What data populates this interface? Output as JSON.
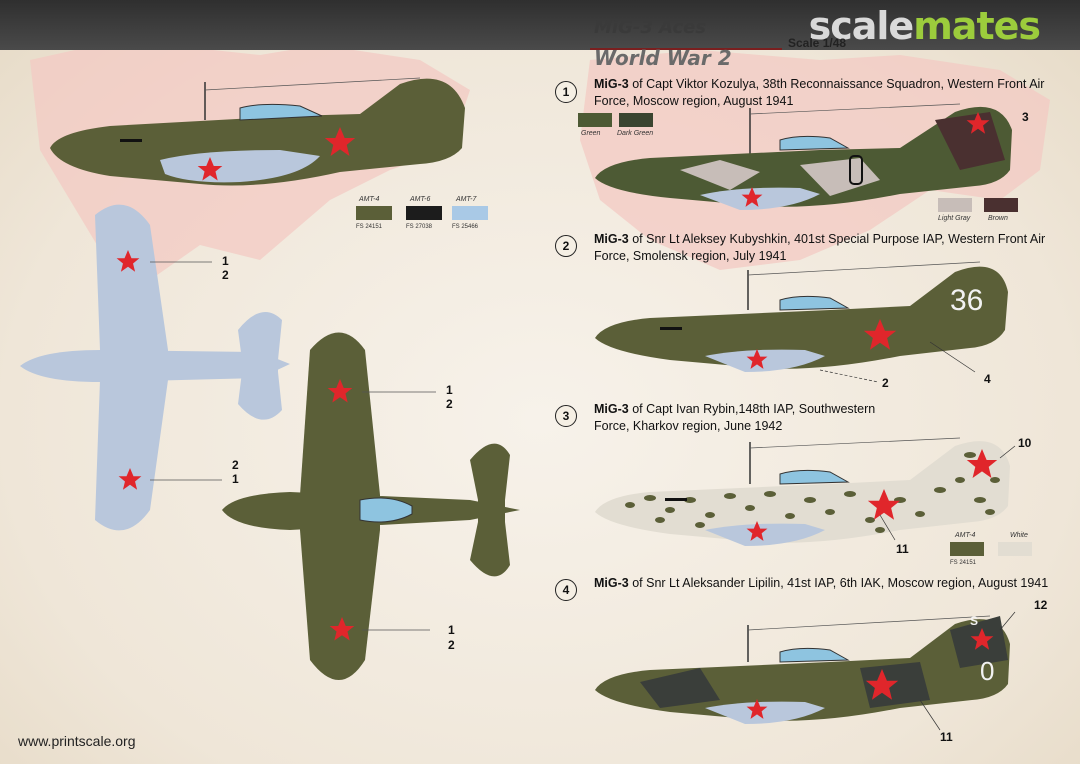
{
  "header": {
    "brand_part1": "scale",
    "brand_part2": "mates",
    "title": "MiG-3 Aces",
    "subtitle": "World War 2",
    "scale": "Scale 1/48"
  },
  "colors": {
    "olive": "#5b5f38",
    "dark_green": "#3d4a2e",
    "light_blue": "#b9c7dc",
    "star_red": "#e0262b",
    "black": "#1c1c1c",
    "light_gray": "#c7bdb8",
    "brown": "#4a3030",
    "white_cam": "#e2ddd2",
    "map_pink": "#f3c9c3"
  },
  "legend_left": [
    {
      "name": "AMT-4",
      "fs": "FS 24151",
      "color": "#5b5f38"
    },
    {
      "name": "AMT-6",
      "fs": "FS 27038",
      "color": "#1c1c1c"
    },
    {
      "name": "AMT-7",
      "fs": "FS 25466",
      "color": "#a9c9e6"
    }
  ],
  "legend_1_top": [
    {
      "name": "Green",
      "color": "#4d5a34"
    },
    {
      "name": "Dark Green",
      "color": "#3a4530"
    }
  ],
  "legend_1_bottom": [
    {
      "name": "Light Gray",
      "color": "#c7bdb8"
    },
    {
      "name": "Brown",
      "color": "#4a3030"
    }
  ],
  "legend_3": [
    {
      "name": "AMT-4",
      "fs": "FS 24151",
      "color": "#5b5f38"
    },
    {
      "name": "White",
      "color": "#e2ddd2"
    }
  ],
  "captions": [
    {
      "num": "1",
      "bold": "MiG-3",
      "text": " of Capt Viktor Kozulya, 38th Reconnaissance Squadron, Western Front Air Force, Moscow region, August 1941"
    },
    {
      "num": "2",
      "bold": "MiG-3",
      "text": " of Snr Lt Aleksey Kubyshkin, 401st Special Purpose IAP, Western Front Air Force, Smolensk region, July 1941"
    },
    {
      "num": "3",
      "bold": "MiG-3",
      "text": " of Capt Ivan Rybin,148th IAP, Southwestern Force, Kharkov region, June 1942"
    },
    {
      "num": "4",
      "bold": "MiG-3",
      "text": " of Snr Lt Aleksander Lipilin, 41st IAP, 6th IAK, Moscow region, August 1941"
    }
  ],
  "callouts": {
    "c1_3": "3",
    "c2_2": "2",
    "c2_4": "4",
    "c2_code": "36",
    "c3_10": "10",
    "c3_11": "11",
    "c4_12": "12",
    "c4_11": "11",
    "c4_code": "0",
    "c4_code2": "S",
    "under_top_1": "1",
    "under_top_2": "2",
    "under_bot_2": "2",
    "under_bot_1": "1",
    "top_top_1": "1",
    "top_top_2": "2",
    "top_bot_1": "1",
    "top_bot_2": "2"
  },
  "footer": {
    "url": "www.printscale.org"
  }
}
